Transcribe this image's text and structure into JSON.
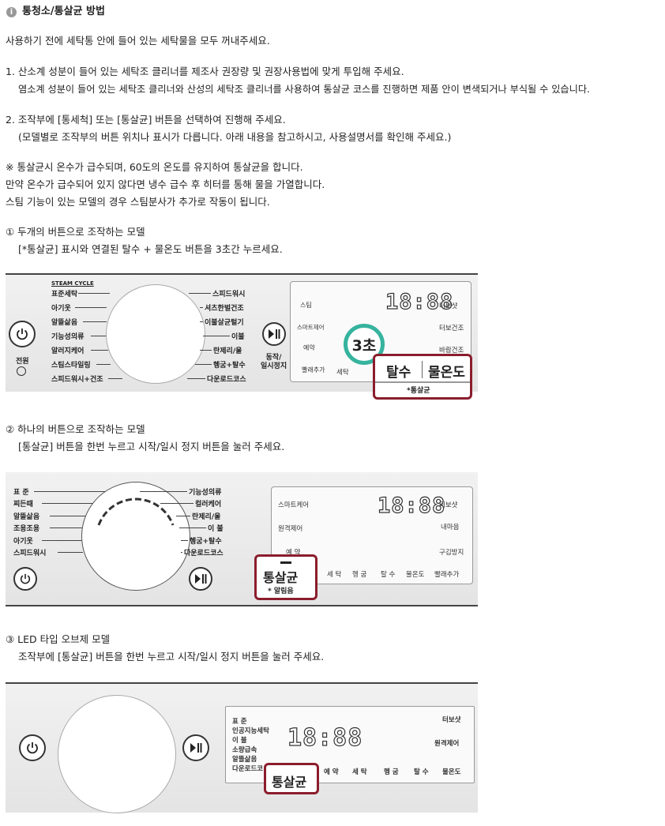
{
  "header": {
    "icon": "info-icon",
    "title": "통청소/통살균 방법"
  },
  "intro": "사용하기 전에 세탁통 안에 들어 있는 세탁물을 모두 꺼내주세요.",
  "steps": [
    "1. 산소계 성분이 들어 있는 세탁조 클리너를 제조사 권장량 및 권장사용법에 맞게 투입해 주세요.",
    "염소계 성분이 들어 있는 세탁조 클리너와 산성의 세탁조 클리너를 사용하여 통살균 코스를 진행하면 제품 안이 변색되거나 부식될 수 있습니다.",
    "2. 조작부에 [통세척] 또는 [통살균] 버튼을 선택하여 진행해 주세요.",
    "(모델별로 조작부의 버튼 위치나 표시가 다릅니다. 아래 내용을 참고하시고, 사용설명서를 확인해 주세요.)"
  ],
  "notes": [
    "※ 통살균시 온수가 급수되며, 60도의 온도를 유지하여 통살균을 합니다.",
    "만약 온수가 급수되어 있지 않다면 냉수 급수 후 히터를 통해 물을 가열합니다.",
    "스팀 기능이 있는 모델의 경우 스팀분사가 추가로 작동이 됩니다."
  ],
  "model1": {
    "heading": "① 두개의 버튼으로 조작하는 모델",
    "desc": "[*통살균] 표시와 연결된 탈수 + 물온도 버튼을 3초간 누르세요.",
    "left_labels": [
      "STEAM CYCLE",
      "표준세탁",
      "아기옷",
      "알뜰삶음",
      "기능성의류",
      "알러지케어",
      "스팀스타일링",
      "스피드워시+건조"
    ],
    "right_labels": [
      "스피드워시",
      "셔츠한벌건조",
      "이불살균털기",
      "이불",
      "란제리/울",
      "헹굼+탈수",
      "다운로드코스"
    ],
    "power_label": "전원",
    "start_label": "동작/\n일시정지",
    "panel_buttons": [
      "스팀",
      "스마트제어",
      "예약",
      "빨래추가",
      "세탁",
      "터보샷",
      "터보건조",
      "바람건조"
    ],
    "display_digits": "18:88",
    "badge": "3초",
    "hl_left": "탈수",
    "hl_right": "물온도",
    "hl_caption": "*통살균"
  },
  "model2": {
    "heading": "② 하나의 버튼으로 조작하는 모델",
    "desc": "[통살균] 버튼을 한번 누르고 시작/일시 정지 버튼을 눌러 주세요.",
    "left_labels": [
      "표 준",
      "찌든때",
      "알뜰삶음",
      "조용조용",
      "아기옷",
      "스피드워시"
    ],
    "right_labels": [
      "기능성의류",
      "컬러케어",
      "란제리/울",
      "이 불",
      "헹굼+탈수",
      "다운로드코스"
    ],
    "panel_buttons": [
      "스마트케어",
      "원격제어",
      "예 약",
      "터보샷",
      "내마음",
      "구김방지",
      "빨래추가"
    ],
    "bottom_buttons": [
      "세 탁",
      "헹 굼",
      "탈 수",
      "물온도"
    ],
    "display_digits": "18:88",
    "hl_title": "통살균",
    "hl_caption": "* 알림음"
  },
  "model3": {
    "heading": "③ LED 타입 오브제 모델",
    "desc": "조작부에 [통살균] 버튼을 한번 누르고 시작/일시 정지 버튼을 눌러 주세요.",
    "course_list": [
      "표 준",
      "인공지능세탁",
      "이 불",
      "소량급속",
      "알뜰삶음",
      "다운로드코"
    ],
    "display_digits": "18:88",
    "bottom_buttons": [
      "예 약",
      "세 탁",
      "헹 굼",
      "탈 수",
      "물온도"
    ],
    "right_buttons": [
      "터보샷",
      "원격제어"
    ],
    "hl_title": "통살균"
  }
}
